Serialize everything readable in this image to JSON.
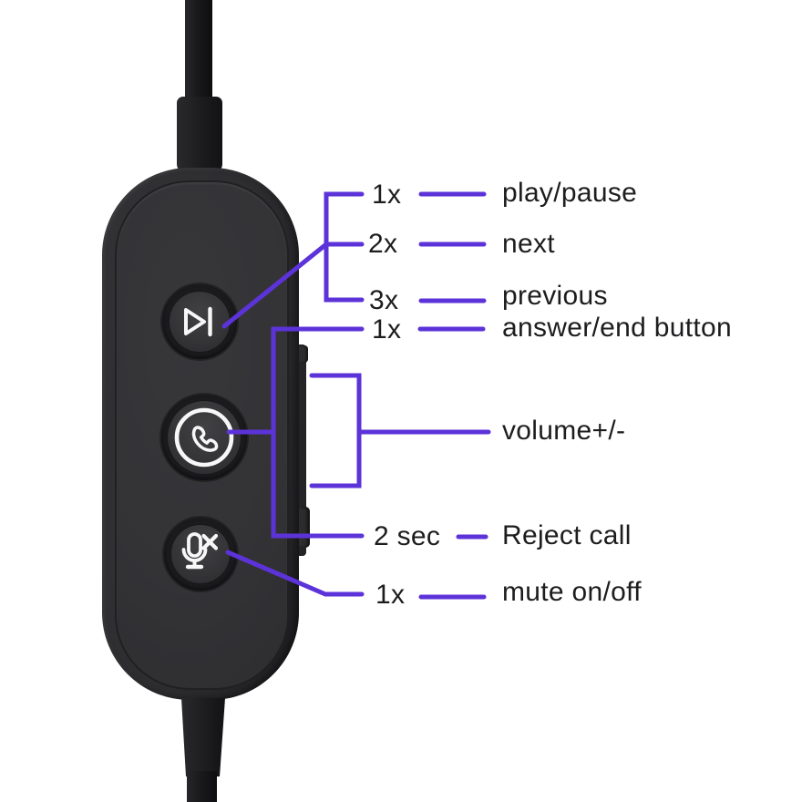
{
  "colors": {
    "background": "#ffffff",
    "accent": "#5c33d8",
    "text": "#1d1d1f",
    "device_body": "#2d2d30",
    "device_face": "#333336",
    "button_face": "#353538",
    "icon": "#f7f7f7"
  },
  "annotations": [
    {
      "id": "play-pause",
      "trigger": "1x",
      "action": "play/pause"
    },
    {
      "id": "next",
      "trigger": "2x",
      "action": "next"
    },
    {
      "id": "previous",
      "trigger": "3x",
      "action": "previous"
    },
    {
      "id": "answer-end",
      "trigger": "1x",
      "action": "answer/end button"
    },
    {
      "id": "volume",
      "action": "volume+/-"
    },
    {
      "id": "reject",
      "trigger": "2 sec",
      "action": "Reject call"
    },
    {
      "id": "mute",
      "trigger": "1x",
      "action": "mute on/off"
    }
  ],
  "device": {
    "buttons": [
      {
        "id": "play-pause-button",
        "icon": "play-pause-icon"
      },
      {
        "id": "call-button",
        "icon": "phone-icon"
      },
      {
        "id": "mute-button",
        "icon": "mic-mute-icon"
      }
    ],
    "side_controls": [
      {
        "id": "volume-rocker"
      }
    ]
  }
}
